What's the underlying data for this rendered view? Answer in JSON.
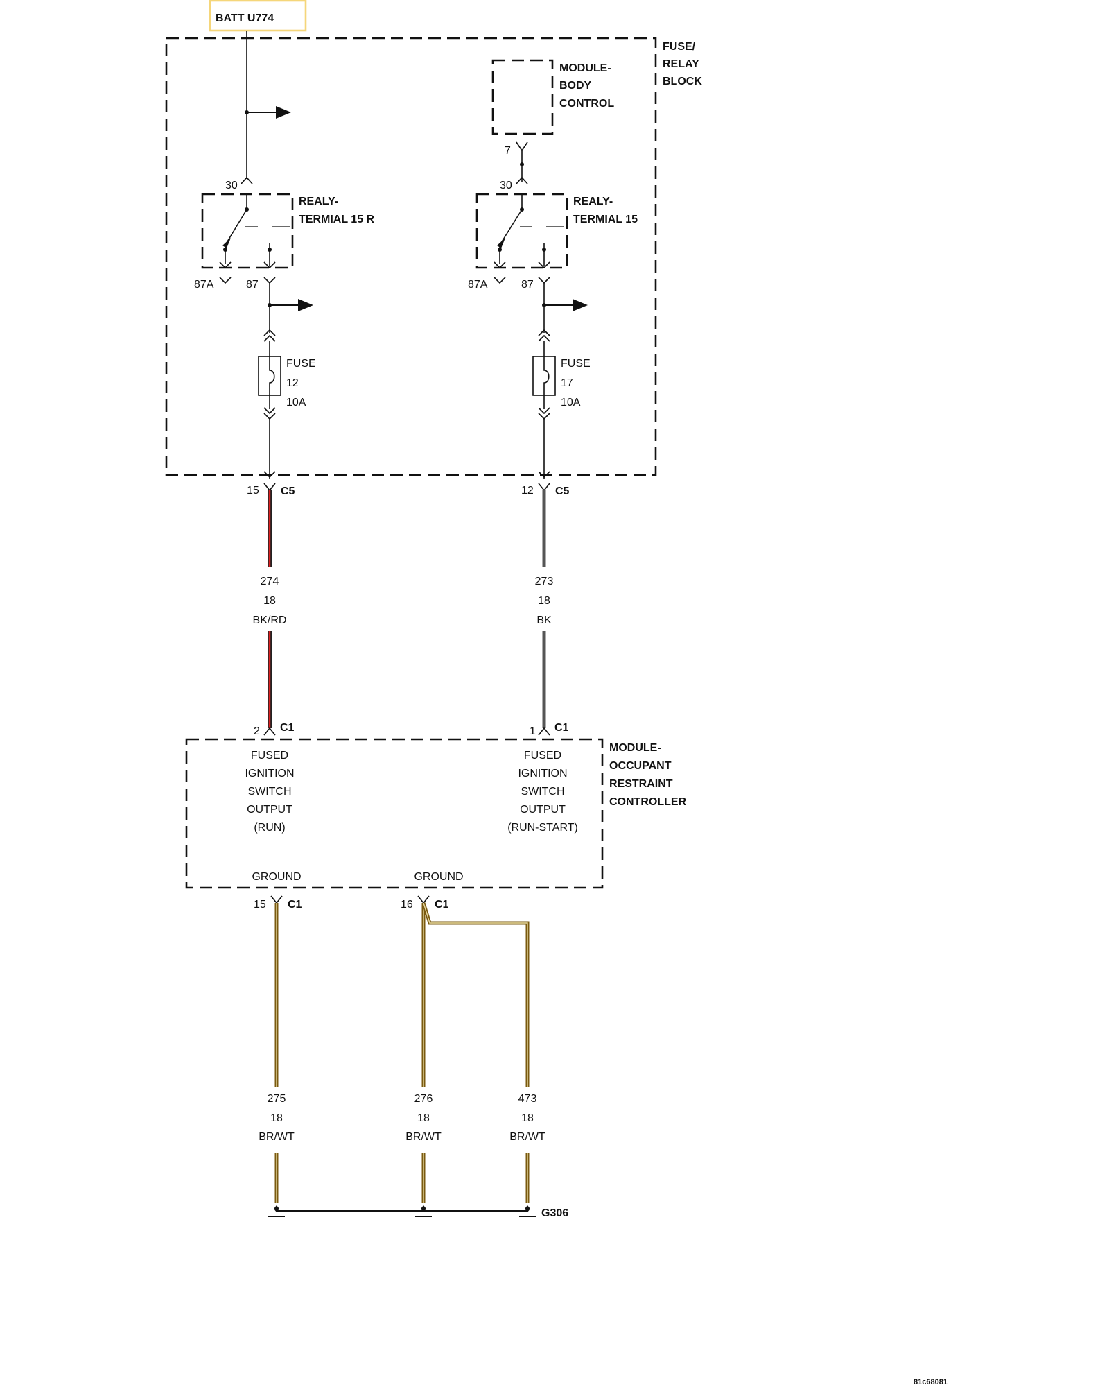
{
  "battery": {
    "label": "BATT U774",
    "highlight_color": "#f5d67a"
  },
  "fuse_relay_block": {
    "label_lines": [
      "FUSE/",
      "RELAY",
      "BLOCK"
    ]
  },
  "module_body_control": {
    "label_lines": [
      "MODULE-",
      "BODY",
      "CONTROL"
    ],
    "pin": "7"
  },
  "relay_left": {
    "label_lines": [
      "REALY-",
      "TERMIAL 15 R"
    ],
    "pin_in": "30",
    "pin_nc": "87A",
    "pin_no": "87"
  },
  "relay_right": {
    "label_lines": [
      "REALY-",
      "TERMIAL 15"
    ],
    "pin_in": "30",
    "pin_nc": "87A",
    "pin_no": "87"
  },
  "fuse_left": {
    "label": "FUSE",
    "number": "12",
    "rating": "10A"
  },
  "fuse_right": {
    "label": "FUSE",
    "number": "17",
    "rating": "10A"
  },
  "connector_c5_left": {
    "pin": "15",
    "name": "C5"
  },
  "connector_c5_right": {
    "pin": "12",
    "name": "C5"
  },
  "wire_274": {
    "circuit": "274",
    "gauge": "18",
    "color_code": "BK/RD",
    "stripe_color": "#e02020",
    "base_color": "#222222"
  },
  "wire_273": {
    "circuit": "273",
    "gauge": "18",
    "color_code": "BK",
    "base_color": "#555555"
  },
  "connector_c1_run": {
    "pin": "2",
    "name": "C1"
  },
  "connector_c1_runstart": {
    "pin": "1",
    "name": "C1"
  },
  "orc": {
    "label_lines": [
      "MODULE-",
      "OCCUPANT",
      "RESTRAINT",
      "CONTROLLER"
    ],
    "run_input_lines": [
      "FUSED",
      "IGNITION",
      "SWITCH",
      "OUTPUT",
      "(RUN)"
    ],
    "runstart_input_lines": [
      "FUSED",
      "IGNITION",
      "SWITCH",
      "OUTPUT",
      "(RUN-START)"
    ],
    "ground_label_1": "GROUND",
    "ground_label_2": "GROUND"
  },
  "connector_c1_ground_1": {
    "pin": "15",
    "name": "C1"
  },
  "connector_c1_ground_2": {
    "pin": "16",
    "name": "C1"
  },
  "wire_275": {
    "circuit": "275",
    "gauge": "18",
    "color_code": "BR/WT"
  },
  "wire_276": {
    "circuit": "276",
    "gauge": "18",
    "color_code": "BR/WT"
  },
  "wire_473": {
    "circuit": "473",
    "gauge": "18",
    "color_code": "BR/WT"
  },
  "ground_wire_colors": {
    "base": "#7a5a10",
    "stripe": "#e8d9a0"
  },
  "ground_point": {
    "label": "G306"
  },
  "figure_id": "81c68081"
}
